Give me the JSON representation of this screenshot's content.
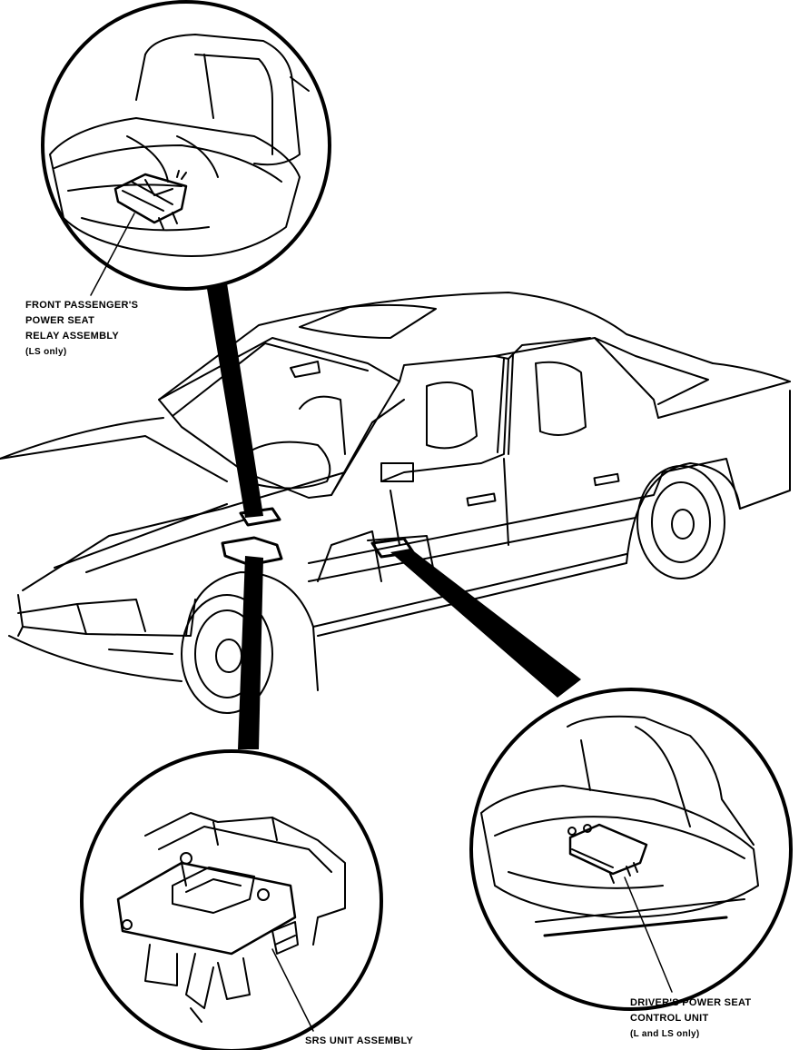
{
  "labels": {
    "front_passenger": {
      "line1": "FRONT PASSENGER'S",
      "line2": "POWER SEAT",
      "line3": "RELAY ASSEMBLY",
      "line4": "(LS only)"
    },
    "driver": {
      "line1": "DRIVER'S POWER SEAT",
      "line2": "CONTROL UNIT",
      "line3": "(L and LS only)"
    },
    "srs": {
      "line1": "SRS UNIT ASSEMBLY"
    }
  }
}
